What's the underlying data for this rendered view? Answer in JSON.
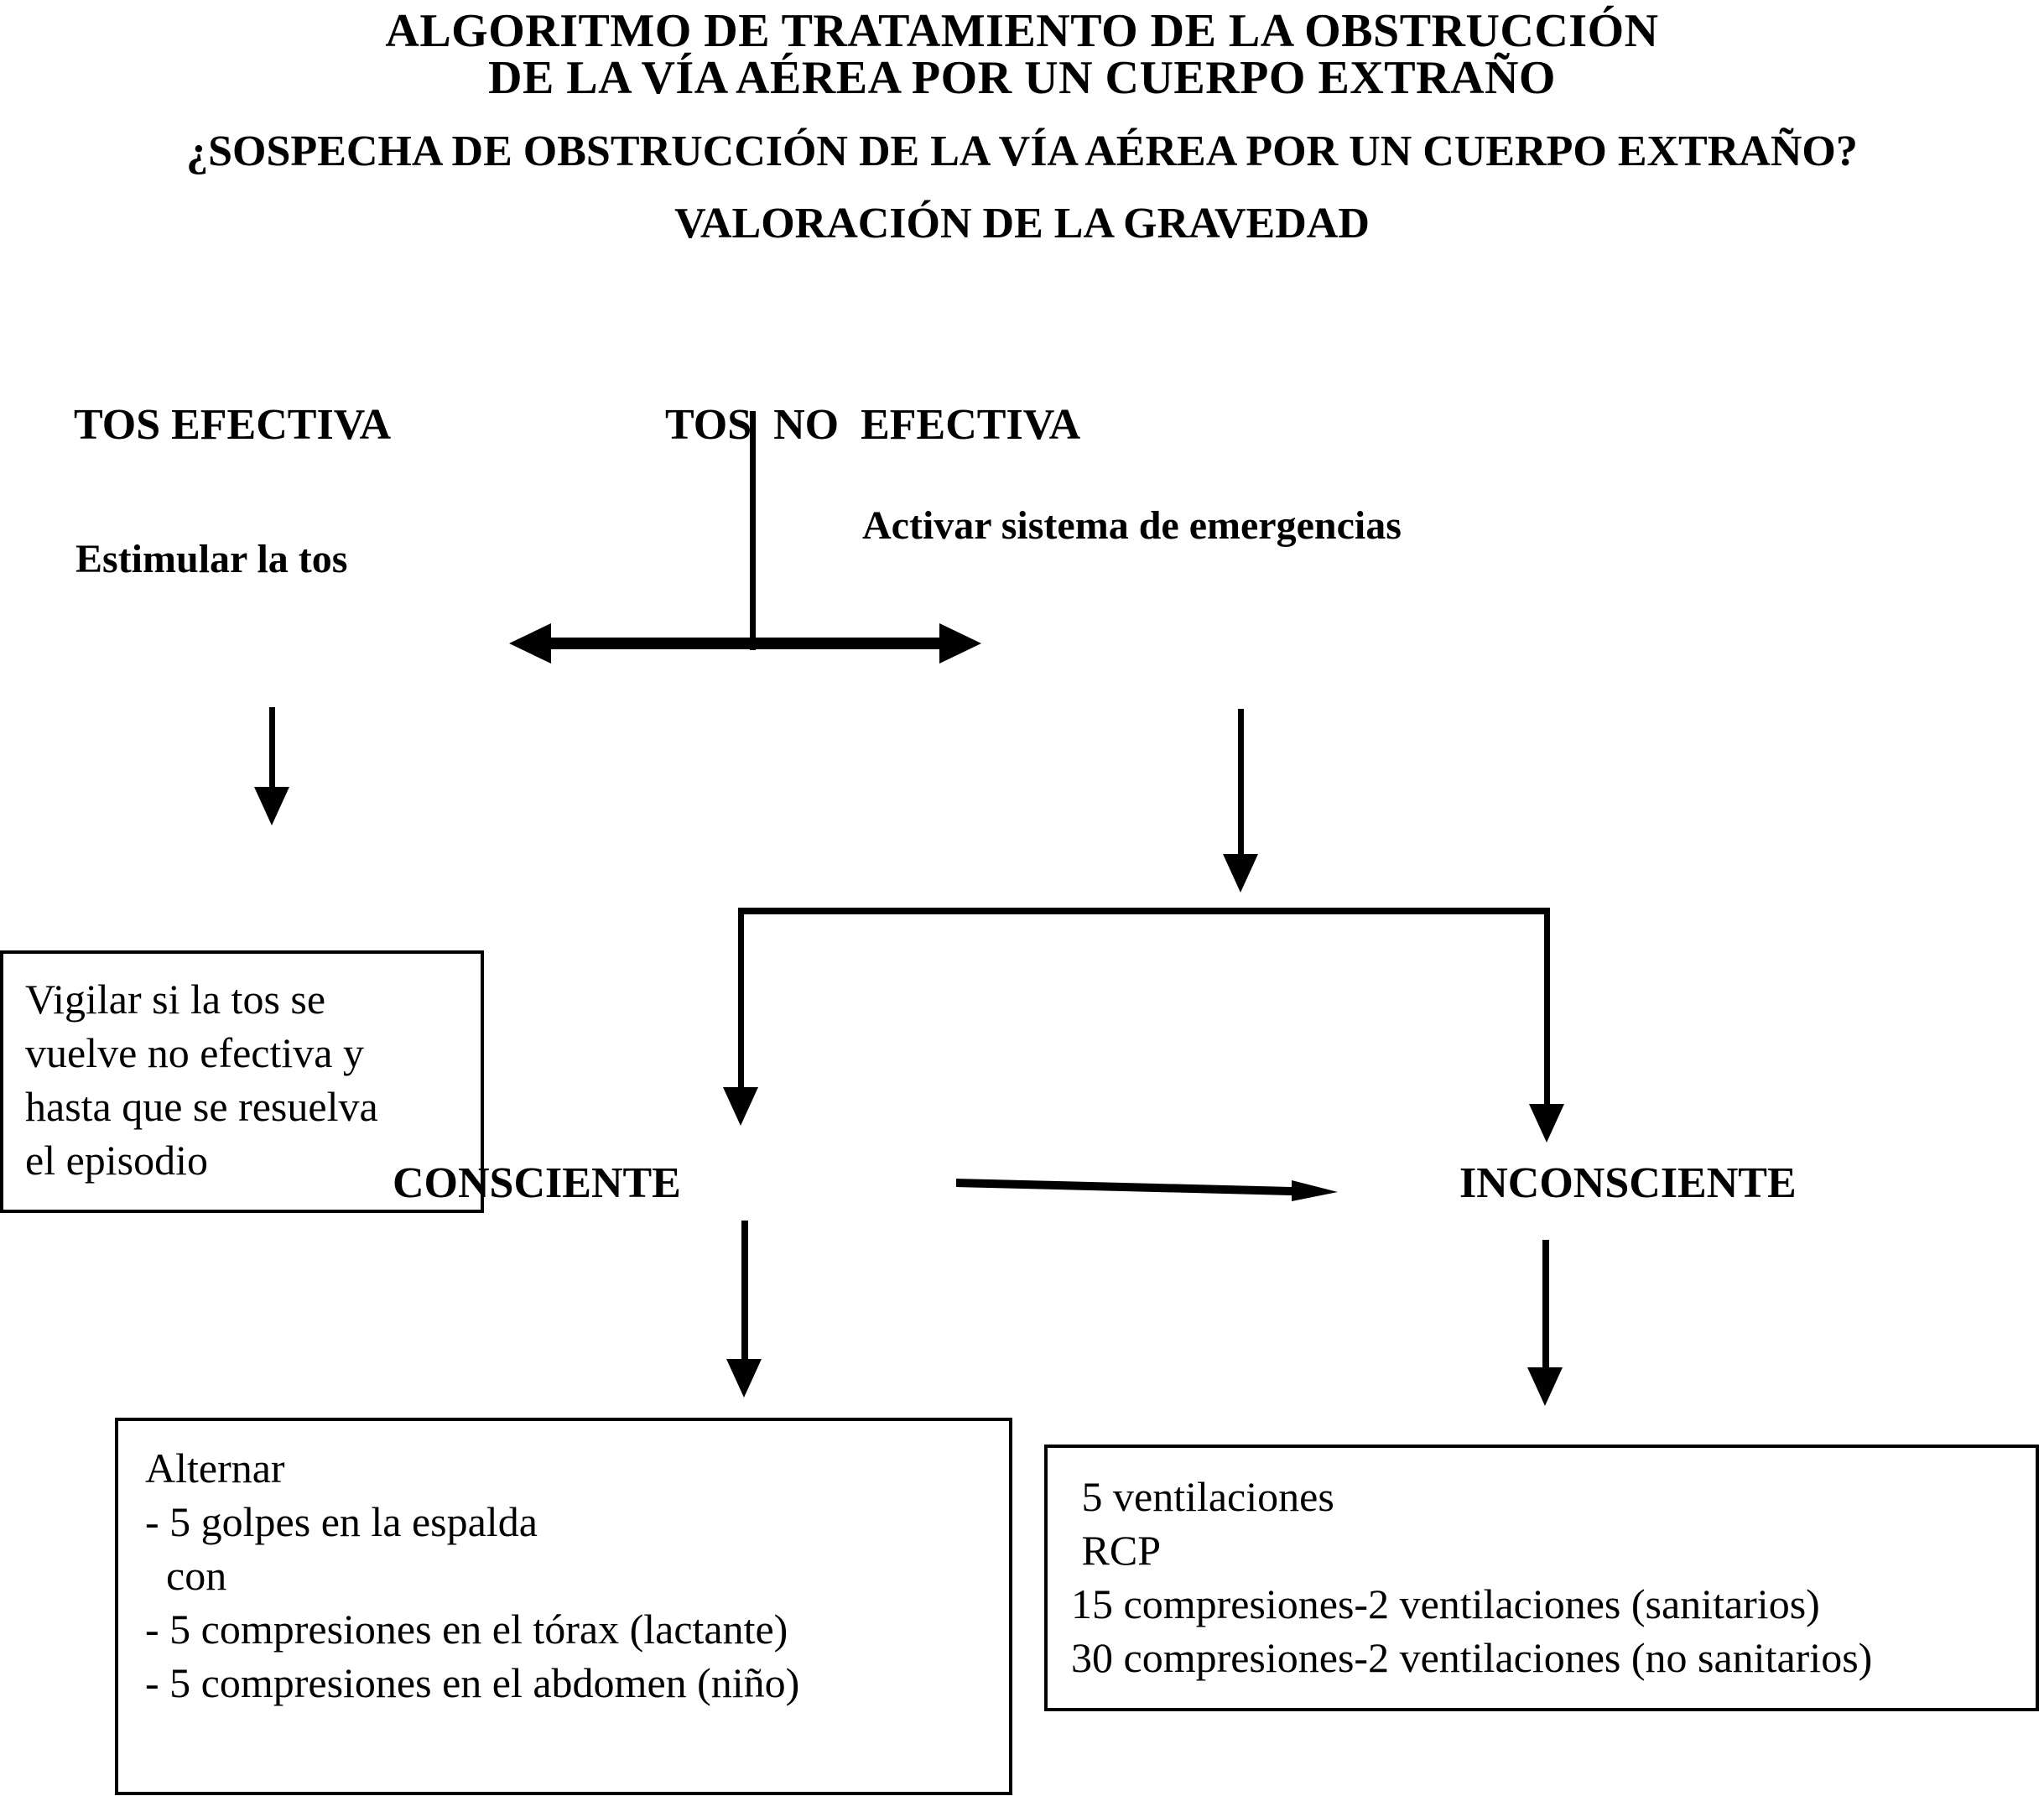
{
  "title": {
    "line1": "ALGORITMO DE TRATAMIENTO DE LA OBSTRUCCIÓN",
    "line2": "DE LA VÍA AÉREA POR UN CUERPO EXTRAÑO"
  },
  "question": "¿SOSPECHA DE OBSTRUCCIÓN DE LA VÍA AÉREA POR UN CUERPO EXTRAÑO?",
  "assessment": "VALORACIÓN DE LA GRAVEDAD",
  "branches": {
    "effective_cough": "TOS EFECTIVA",
    "ineffective_cough": "TOS  NO  EFECTIVA"
  },
  "actions": {
    "stimulate_cough": "Estimular la tos",
    "activate_emergency": "Activar sistema de emergencias"
  },
  "monitor_box": {
    "line1": "Vigilar si la tos se",
    "line2": "vuelve no efectiva y",
    "line3": "hasta que se resuelva",
    "line4": "el episodio"
  },
  "consciousness": {
    "conscious": "CONSCIENTE",
    "unconscious": "INCONSCIENTE"
  },
  "conscious_box": {
    "line1": "Alternar",
    "line2": "- 5 golpes en la espalda",
    "line3": "  con",
    "line4": "- 5 compresiones en el tórax (lactante)",
    "line5": "- 5 compresiones en el abdomen (niño)"
  },
  "unconscious_box": {
    "line1": " 5 ventilaciones",
    "line2": " RCP",
    "line3": "15 compresiones-2 ventilaciones (sanitarios)",
    "line4": "30 compresiones-2 ventilaciones (no sanitarios)"
  },
  "colors": {
    "ink": "#000000",
    "paper": "#ffffff"
  }
}
